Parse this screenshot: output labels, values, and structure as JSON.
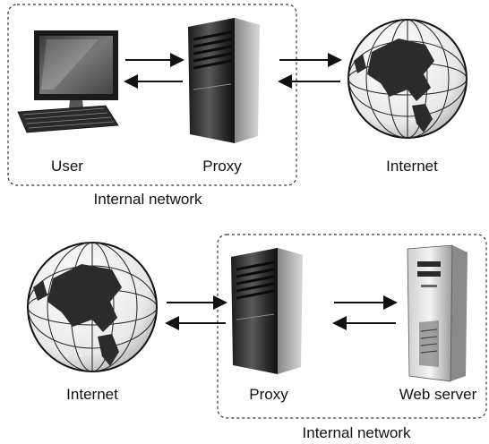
{
  "forward_proxy": {
    "user_label": "User",
    "proxy_label": "Proxy",
    "internet_label": "Internet",
    "group_label": "Internal network"
  },
  "reverse_proxy": {
    "internet_label": "Internet",
    "proxy_label": "Proxy",
    "webserver_label": "Web server",
    "group_label": "Internal network"
  },
  "icons": [
    "monitor-icon",
    "keyboard-icon",
    "tower-server-icon",
    "globe-icon",
    "rack-server-icon"
  ],
  "colors": {
    "stroke": "#111111",
    "boundary": "#333333",
    "metal_dark": "#2a2a2a",
    "metal_light": "#e6e6e6"
  }
}
